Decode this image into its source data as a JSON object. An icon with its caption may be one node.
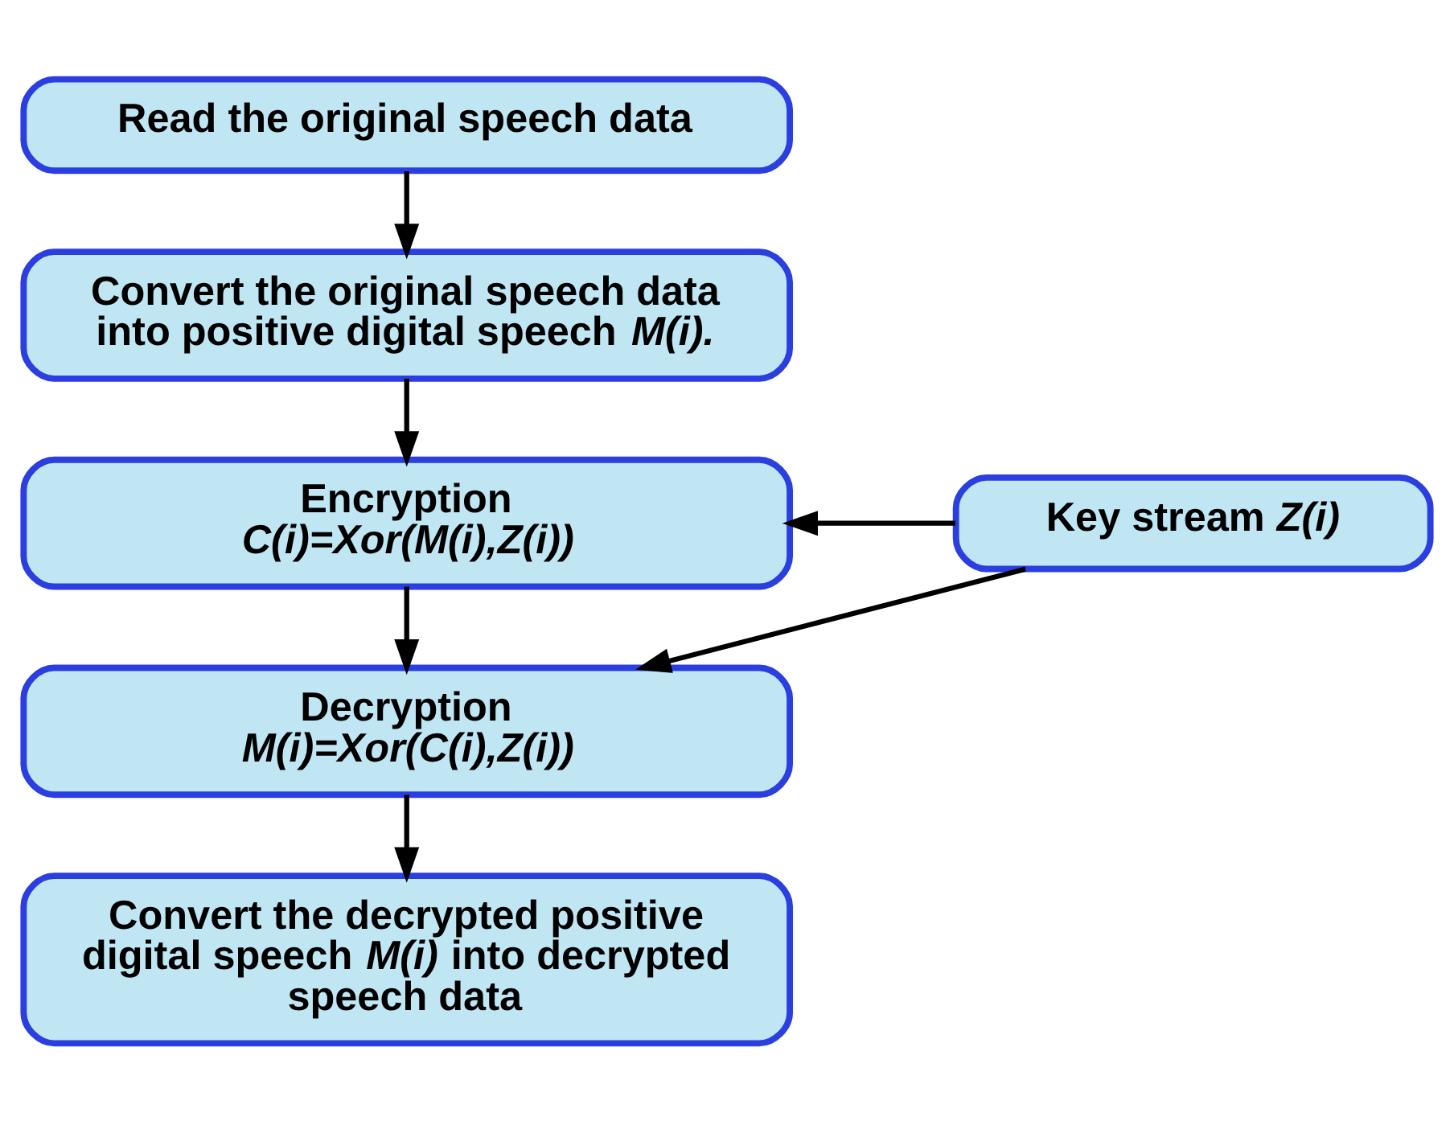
{
  "diagram": {
    "nodes": [
      {
        "text": [
          "Read the original speech data"
        ]
      },
      {
        "text": [
          "Convert the original speech data into positive digital speech *M(i).*"
        ]
      },
      {
        "text": [
          "Encryption",
          "C(i)=Xor(M(i),Z(i))"
        ]
      },
      {
        "text": [
          "Decryption",
          "M(i)=Xor(C(i),Z(i))"
        ]
      },
      {
        "text": [
          "Convert the decrypted positive digital speech *M(i)* into decrypted speech data"
        ]
      },
      {
        "text": [
          "Key stream *Z(i)*"
        ]
      }
    ],
    "edges": [
      {
        "from": 0,
        "to": 1,
        "arrow": "to"
      },
      {
        "from": 1,
        "to": 2,
        "arrow": "to"
      },
      {
        "from": 2,
        "to": 3,
        "arrow": "to"
      },
      {
        "from": 3,
        "to": 4,
        "arrow": "to"
      },
      {
        "from": 5,
        "to": 2,
        "arrow": "to"
      },
      {
        "from": 5,
        "to": 3,
        "arrow": "to"
      }
    ]
  }
}
